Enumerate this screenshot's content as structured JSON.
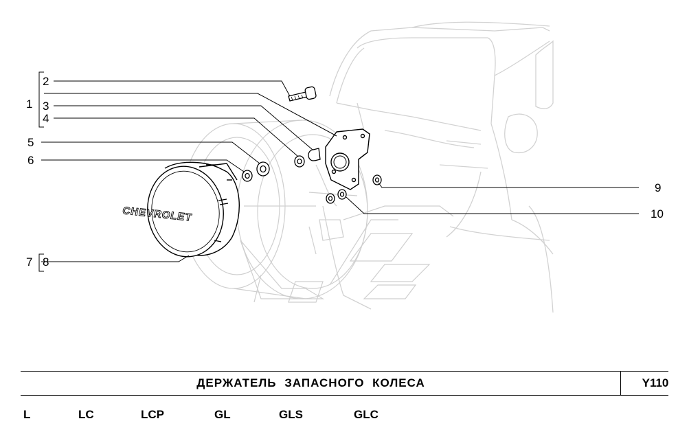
{
  "callouts": {
    "n1": "1",
    "n2": "2",
    "n3": "3",
    "n4": "4",
    "n5": "5",
    "n6": "6",
    "n7": "7",
    "n8": "8",
    "n9": "9",
    "n10": "10"
  },
  "cover_logo": "CHEVROLET",
  "title": "ДЕРЖАТЕЛЬ  ЗАПАСНОГО  КОЛЕСА",
  "code": "Y110",
  "trim_levels": [
    "L",
    "LC",
    "LCP",
    "GL",
    "GLS",
    "GLC"
  ],
  "colors": {
    "line": "#000000",
    "ghost": "#cfcfcf",
    "background": "#ffffff"
  }
}
